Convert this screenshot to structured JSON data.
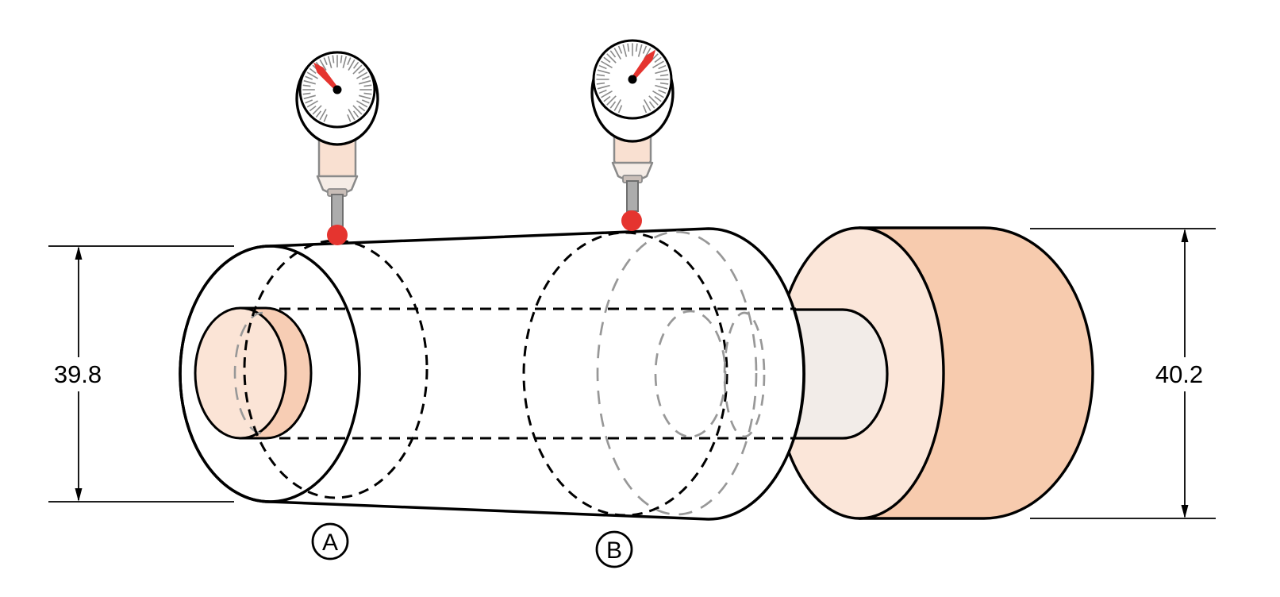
{
  "diagram": {
    "type": "taper-measurement-with-dial-indicators",
    "section_labels": {
      "a": "A",
      "b": "B"
    },
    "dimensions": {
      "left_diameter": "39.8",
      "right_diameter": "40.2"
    },
    "gauges": [
      {
        "name": "dial-indicator-left",
        "over_section": "A",
        "needle_angle_deg": -41
      },
      {
        "name": "dial-indicator-right",
        "over_section": "B",
        "needle_angle_deg": 38
      }
    ],
    "colors": {
      "outline": "#000000",
      "hidden_gray": "#989898",
      "tick_gray": "#8a8a8a",
      "red_accent": "#e5342f",
      "cylinder_face": "#fbe6d9",
      "cylinder_body": "#f7cbae",
      "shaft_face": "#fbe4d6",
      "shaft_side": "#f7cdb4",
      "bore_fill": "#f2ece8",
      "stem_fill": "#f9e0d1",
      "tip_housing_fill": "#f5ece6",
      "rod_gray": "#acacac"
    }
  }
}
